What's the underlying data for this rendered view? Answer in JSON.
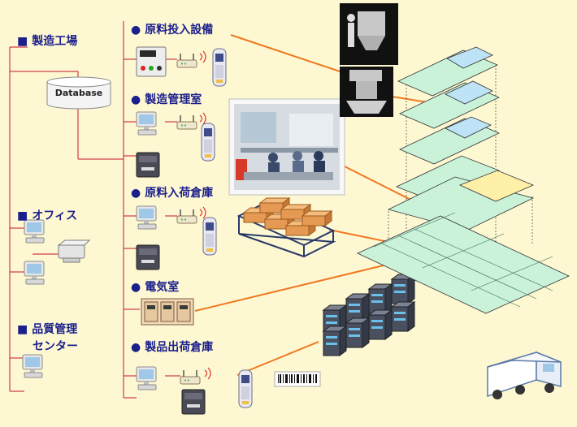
{
  "colors": {
    "background": "#FDF8D2",
    "label_text": "#1B1F8C",
    "network_line": "#C8102E",
    "link_arrow": "#F07820",
    "floor_green": "#C9F2D9",
    "floor_blue": "#BFE3F6",
    "floor_yellow": "#FFF0A8"
  },
  "labels": {
    "factory": "製造工場",
    "database": "Database",
    "office": "オフィス",
    "quality_line1": "品質管理",
    "quality_line2": "センター",
    "raw_material_input": "原料投入設備",
    "manufacturing_control": "製造管理室",
    "raw_material_receiving": "原料入荷倉庫",
    "electrical_room": "電気室",
    "product_shipping": "製品出荷倉庫"
  },
  "markers": {
    "square": "■",
    "circle": "●"
  },
  "icons": [
    "database-icon",
    "pc-icon",
    "printer-icon",
    "label-printer-icon",
    "wireless-access-point-icon",
    "handheld-terminal-icon",
    "control-panel-icon",
    "electrical-cabinet-icon",
    "pallet-rack-icon",
    "server-rack-icon",
    "barcode-label-icon",
    "truck-icon",
    "equipment-icon",
    "building-floorplan-icon"
  ]
}
